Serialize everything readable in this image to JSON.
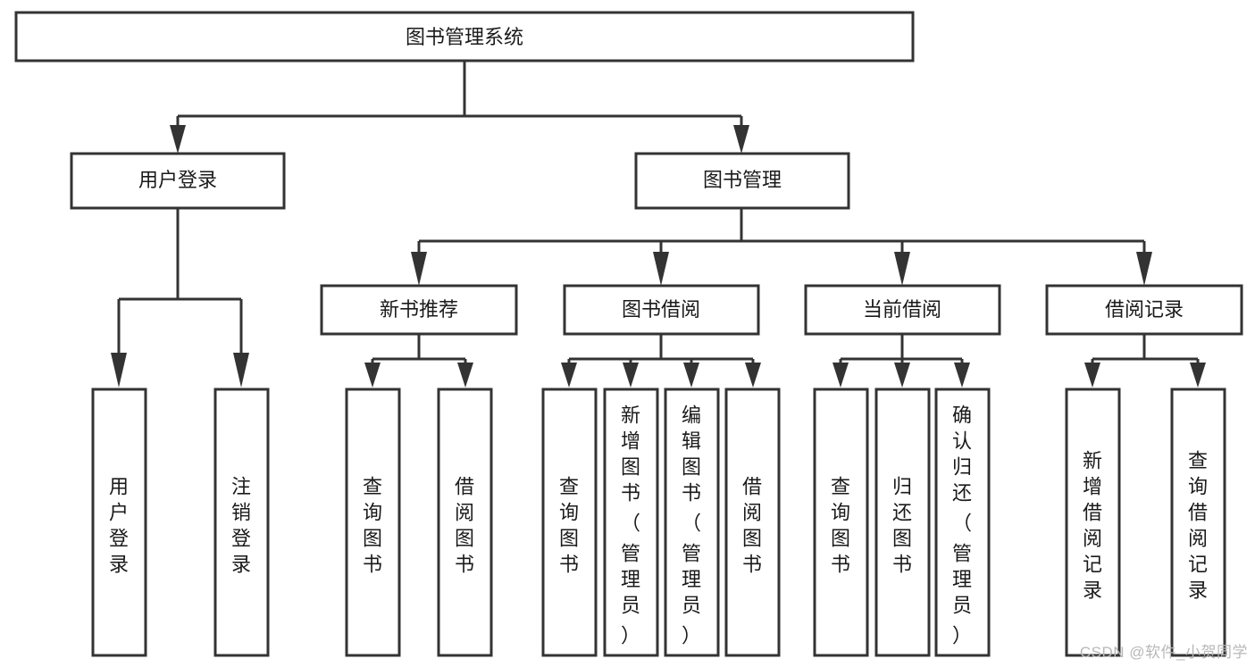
{
  "diagram": {
    "type": "tree-hierarchy-diagram",
    "title": "图书管理系统",
    "colors": {
      "background": "#ffffff",
      "border": "#333333",
      "box_fill": "#ffffff",
      "text": "#1a1a1a",
      "watermark": "#b8b8b8"
    },
    "levels": {
      "root": {
        "label": "图书管理系统",
        "orientation": "horizontal"
      },
      "level2": [
        {
          "id": "user-login",
          "label": "用户登录",
          "orientation": "horizontal"
        },
        {
          "id": "book-management",
          "label": "图书管理",
          "orientation": "horizontal"
        }
      ],
      "level3": [
        {
          "id": "new-book-recommend",
          "label": "新书推荐",
          "orientation": "horizontal"
        },
        {
          "id": "book-borrow",
          "label": "图书借阅",
          "orientation": "horizontal"
        },
        {
          "id": "current-borrow",
          "label": "当前借阅",
          "orientation": "horizontal"
        },
        {
          "id": "borrow-record",
          "label": "借阅记录",
          "orientation": "horizontal"
        }
      ],
      "leaves": [
        {
          "id": "leaf-user-login",
          "label": "用户登录",
          "parent": "user-login",
          "orientation": "vertical"
        },
        {
          "id": "leaf-logout-login",
          "label": "注销登录",
          "parent": "user-login",
          "orientation": "vertical"
        },
        {
          "id": "leaf-query-book-1",
          "label": "查询图书",
          "parent": "new-book-recommend",
          "orientation": "vertical"
        },
        {
          "id": "leaf-borrow-book-1",
          "label": "借阅图书",
          "parent": "new-book-recommend",
          "orientation": "vertical"
        },
        {
          "id": "leaf-query-book-2",
          "label": "查询图书",
          "parent": "book-borrow",
          "orientation": "vertical"
        },
        {
          "id": "leaf-add-book-admin",
          "label": "新增图书（管理员）",
          "parent": "book-borrow",
          "orientation": "vertical"
        },
        {
          "id": "leaf-edit-book-admin",
          "label": "编辑图书（管理员）",
          "parent": "book-borrow",
          "orientation": "vertical"
        },
        {
          "id": "leaf-borrow-book-2",
          "label": "借阅图书",
          "parent": "book-borrow",
          "orientation": "vertical"
        },
        {
          "id": "leaf-query-book-3",
          "label": "查询图书",
          "parent": "current-borrow",
          "orientation": "vertical"
        },
        {
          "id": "leaf-return-book",
          "label": "归还图书",
          "parent": "current-borrow",
          "orientation": "vertical"
        },
        {
          "id": "leaf-confirm-return-admin",
          "label": "确认归还（管理员）",
          "parent": "current-borrow",
          "orientation": "vertical"
        },
        {
          "id": "leaf-add-borrow-record",
          "label": "新增借阅记录",
          "parent": "borrow-record",
          "orientation": "vertical"
        },
        {
          "id": "leaf-query-borrow-record",
          "label": "查询借阅记录",
          "parent": "borrow-record",
          "orientation": "vertical"
        }
      ]
    },
    "watermark": "CSDN @软件_小贺同学"
  }
}
